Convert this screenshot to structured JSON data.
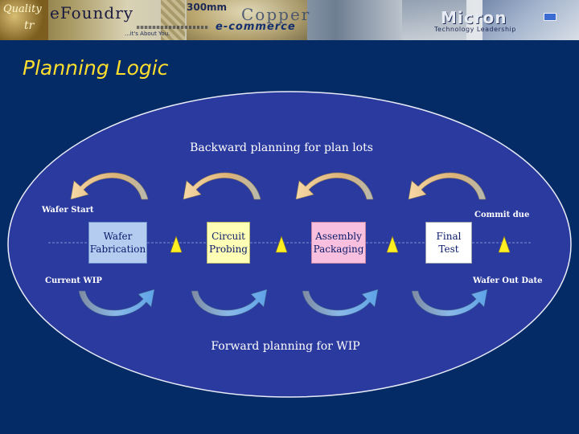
{
  "banner": {
    "quality": "Quality",
    "efoundry": "eFoundry",
    "tr": "tr",
    "mm300": "300mm",
    "copper": "Copper",
    "ecommerce": "e-commerce",
    "about": "...it's About You.",
    "micron": "Micron",
    "technology": "Technology Leadership"
  },
  "slide_title": "Planning Logic",
  "diagram": {
    "backward_label": "Backward planning for plan lots",
    "forward_label": "Forward planning for WIP",
    "wafer_start": "Wafer Start",
    "commit_due": "Commit due",
    "current_wip": "Current WIP",
    "wafer_out_date": "Wafer Out Date",
    "steps": [
      {
        "label": "Wafer\nFabrication",
        "color": "#b3ccf0"
      },
      {
        "label": "Circuit\nProbing",
        "color": "#ffffb5"
      },
      {
        "label": "Assembly\nPackaging",
        "color": "#f8c0de"
      },
      {
        "label": "Final\nTest",
        "color": "#ffffff"
      }
    ],
    "colors": {
      "background": "#052b66",
      "ellipse": "#2b3a9e",
      "title": "#ffde2e",
      "marker": "#ffee22",
      "backward_arrow": "#efc98c",
      "forward_arrow": "#6ea9e2"
    }
  }
}
